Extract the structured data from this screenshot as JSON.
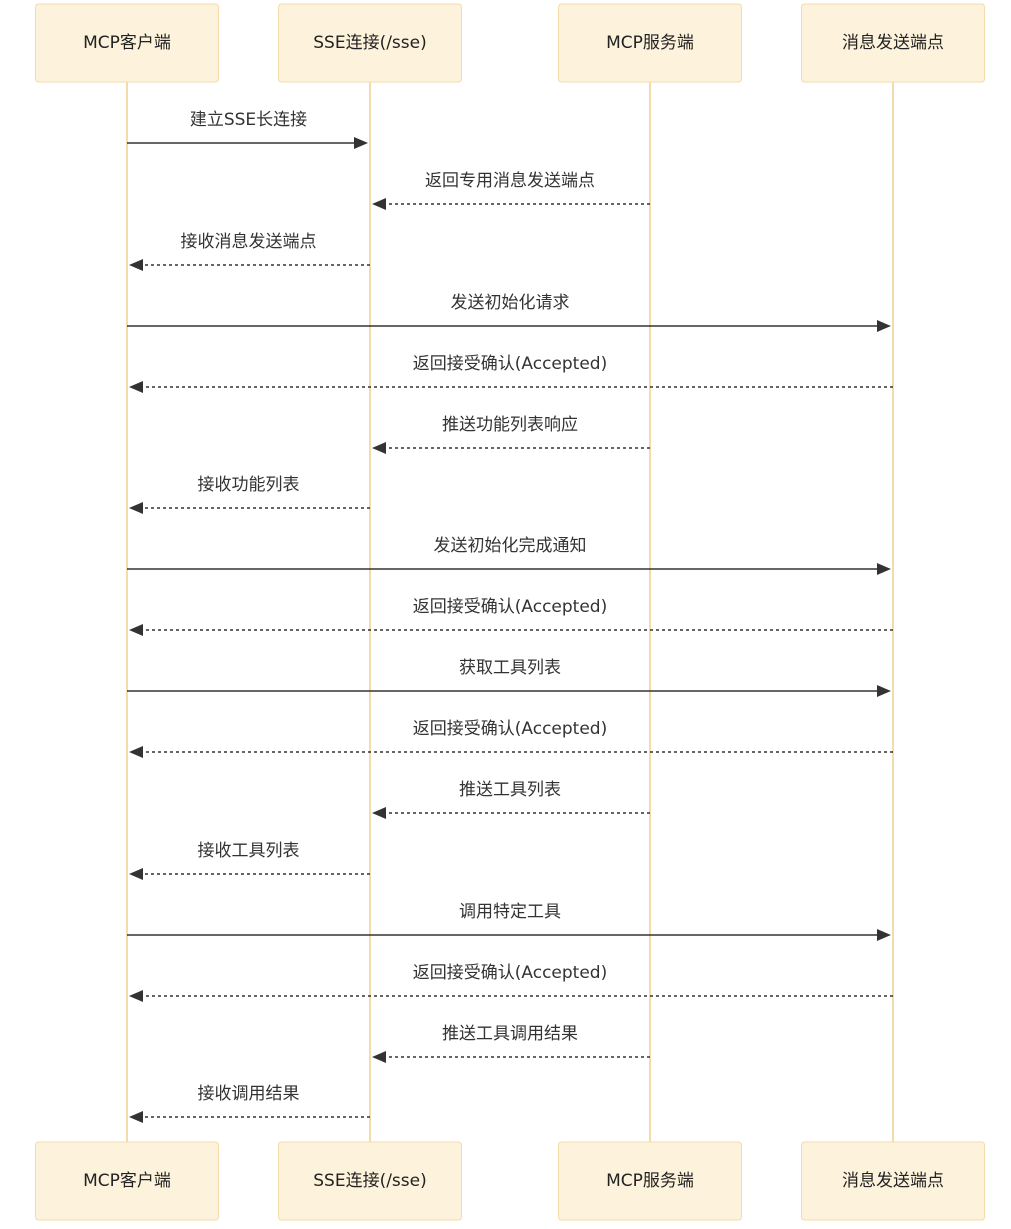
{
  "participants": [
    {
      "id": "client",
      "label": "MCP客户端"
    },
    {
      "id": "sse",
      "label": "SSE连接(/sse)"
    },
    {
      "id": "server",
      "label": "MCP服务端"
    },
    {
      "id": "endpoint",
      "label": "消息发送端点"
    }
  ],
  "messages": [
    {
      "from": "client",
      "to": "sse",
      "label": "建立SSE长连接",
      "style": "solid"
    },
    {
      "from": "server",
      "to": "sse",
      "label": "返回专用消息发送端点",
      "style": "dashed"
    },
    {
      "from": "sse",
      "to": "client",
      "label": "接收消息发送端点",
      "style": "dashed"
    },
    {
      "from": "client",
      "to": "endpoint",
      "label": "发送初始化请求",
      "style": "solid"
    },
    {
      "from": "endpoint",
      "to": "client",
      "label": "返回接受确认(Accepted)",
      "style": "dashed"
    },
    {
      "from": "server",
      "to": "sse",
      "label": "推送功能列表响应",
      "style": "dashed"
    },
    {
      "from": "sse",
      "to": "client",
      "label": "接收功能列表",
      "style": "dashed"
    },
    {
      "from": "client",
      "to": "endpoint",
      "label": "发送初始化完成通知",
      "style": "solid"
    },
    {
      "from": "endpoint",
      "to": "client",
      "label": "返回接受确认(Accepted)",
      "style": "dashed"
    },
    {
      "from": "client",
      "to": "endpoint",
      "label": "获取工具列表",
      "style": "solid"
    },
    {
      "from": "endpoint",
      "to": "client",
      "label": "返回接受确认(Accepted)",
      "style": "dashed"
    },
    {
      "from": "server",
      "to": "sse",
      "label": "推送工具列表",
      "style": "dashed"
    },
    {
      "from": "sse",
      "to": "client",
      "label": "接收工具列表",
      "style": "dashed"
    },
    {
      "from": "client",
      "to": "endpoint",
      "label": "调用特定工具",
      "style": "solid"
    },
    {
      "from": "endpoint",
      "to": "client",
      "label": "返回接受确认(Accepted)",
      "style": "dashed"
    },
    {
      "from": "server",
      "to": "sse",
      "label": "推送工具调用结果",
      "style": "dashed"
    },
    {
      "from": "sse",
      "to": "client",
      "label": "接收调用结果",
      "style": "dashed"
    }
  ],
  "colors": {
    "actor_fill": "#fdf3dc",
    "actor_border": "#f3dcaa",
    "lifeline": "#f3dcaa",
    "arrow": "#333333"
  }
}
